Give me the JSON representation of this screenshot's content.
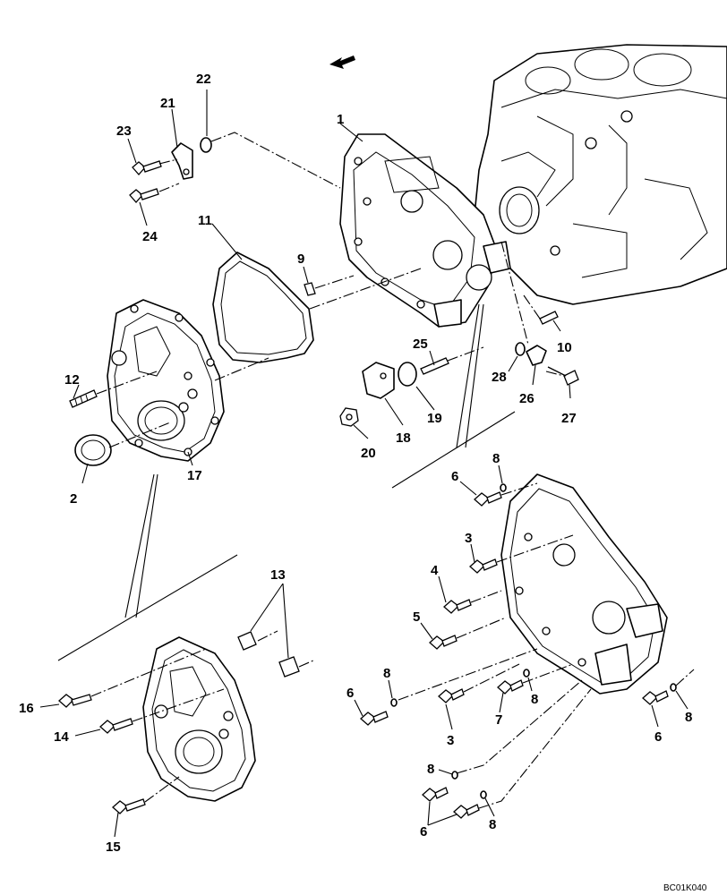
{
  "drawing_code": "BC01K040",
  "callouts": {
    "c1": "1",
    "c2": "2",
    "c3a": "3",
    "c3b": "3",
    "c4": "4",
    "c5": "5",
    "c6a": "6",
    "c6b": "6",
    "c6c": "6",
    "c6d": "6",
    "c7": "7",
    "c8a": "8",
    "c8b": "8",
    "c8c": "8",
    "c8d": "8",
    "c8e": "8",
    "c8f": "8",
    "c9": "9",
    "c10": "10",
    "c11": "11",
    "c12": "12",
    "c13": "13",
    "c14": "14",
    "c15": "15",
    "c16": "16",
    "c17": "17",
    "c18": "18",
    "c19": "19",
    "c20": "20",
    "c21": "21",
    "c22": "22",
    "c23": "23",
    "c24": "24",
    "c25": "25",
    "c26": "26",
    "c27": "27",
    "c28": "28"
  },
  "icons": {
    "direction_arrow": "front-direction-arrow-icon"
  }
}
